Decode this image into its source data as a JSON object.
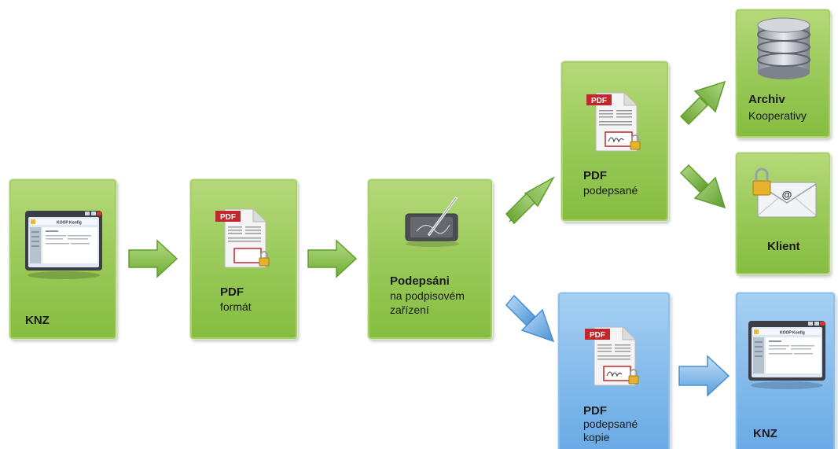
{
  "nodes": {
    "knz_source": {
      "title": "KNZ"
    },
    "pdf_format": {
      "title": "PDF",
      "subtitle": "formát"
    },
    "podepsani": {
      "title": "Podepsáni",
      "line2": "na podpisovém",
      "line3": "zařízení"
    },
    "pdf_signed": {
      "title": "PDF",
      "subtitle": "podepsané"
    },
    "archiv": {
      "title": "Archiv",
      "subtitle": "Kooperativy"
    },
    "klient": {
      "title": "Klient"
    },
    "pdf_copy": {
      "title": "PDF",
      "line2": "podepsané",
      "line3": "kopie"
    },
    "knz_target": {
      "title": "KNZ"
    }
  },
  "icons": {
    "pdf_badge": "PDF",
    "app_window_title": "KOOP Konfig",
    "email_at": "@"
  },
  "colors": {
    "green_box": "#9ccb5c",
    "blue_box": "#86bcec",
    "green_arrow": "#8cc44e",
    "blue_arrow": "#7fb8ea",
    "pdf_red": "#c0282d"
  }
}
